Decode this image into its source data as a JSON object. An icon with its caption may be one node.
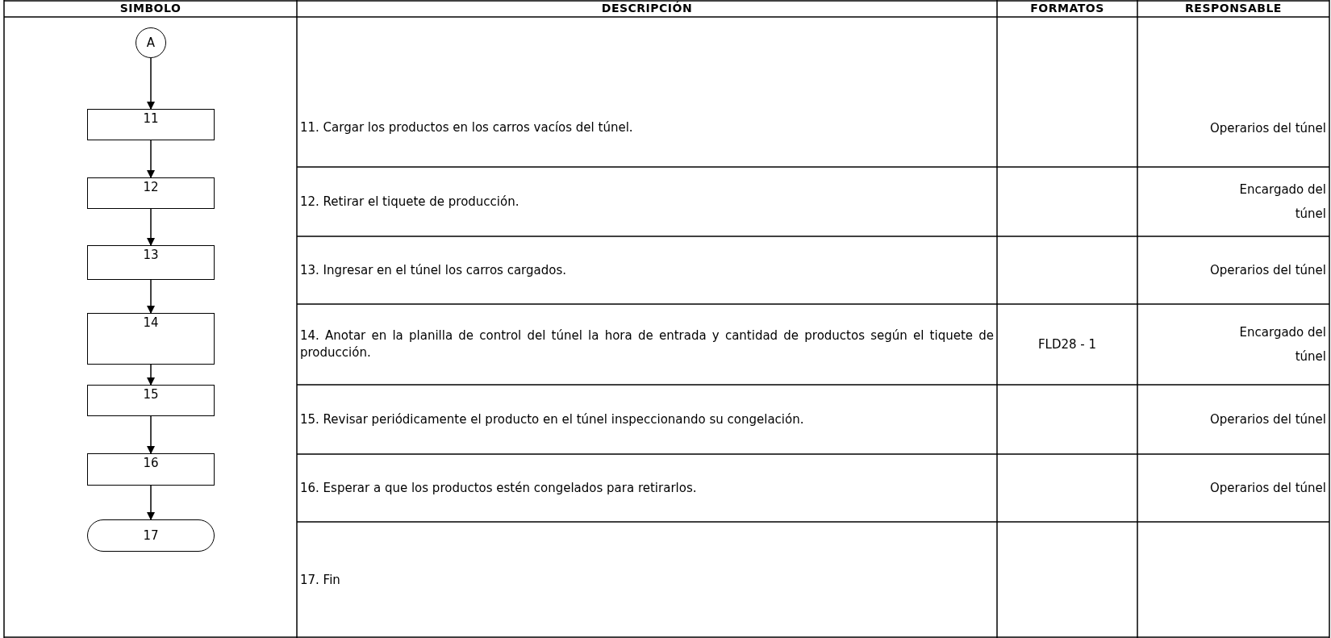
{
  "diagram": {
    "nodes": [
      {
        "text": [
          "A"
        ]
      },
      {
        "text": [
          "11"
        ]
      },
      {
        "text": [
          "12"
        ]
      },
      {
        "text": [
          "13"
        ]
      },
      {
        "text": [
          "14"
        ]
      },
      {
        "text": [
          "15"
        ]
      },
      {
        "text": [
          "16"
        ]
      },
      {
        "text": [
          "17"
        ]
      }
    ],
    "edges": [
      {
        "from": 0,
        "to": 1,
        "arrow": "to"
      },
      {
        "from": 1,
        "to": 2,
        "arrow": "to"
      },
      {
        "from": 2,
        "to": 3,
        "arrow": "to"
      },
      {
        "from": 3,
        "to": 4,
        "arrow": "to"
      },
      {
        "from": 4,
        "to": 5,
        "arrow": "to"
      },
      {
        "from": 5,
        "to": 6,
        "arrow": "to"
      },
      {
        "from": 6,
        "to": 7,
        "arrow": "to"
      }
    ],
    "labels": [
      "SIMBOLO",
      "DESCRIPCIÓN",
      "FORMATOS",
      "RESPONSABLE",
      "11. Cargar los productos en los carros vacíos del túnel.",
      "Operarios del túnel",
      "12. Retirar el tiquete de producción.",
      "Encargado del túnel",
      "13. Ingresar en el túnel los carros cargados.",
      "Operarios del túnel",
      "14. Anotar en la planilla de control del túnel la hora de entrada y cantidad de productos según el tiquete de producción.",
      "FLD28 - 1",
      "Encargado del túnel",
      "15. Revisar periódicamente el producto en el túnel inspeccionando su congelación.",
      "Operarios del túnel",
      "16. Esperar a que los productos estén congelados para retirarlos.",
      "Operarios del túnel",
      "17. Fin"
    ]
  }
}
